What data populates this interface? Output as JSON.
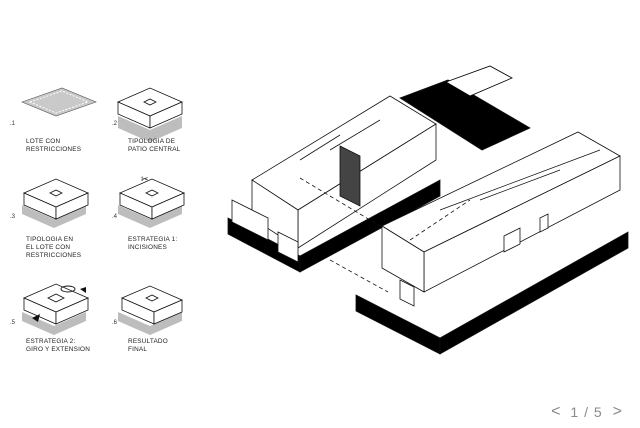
{
  "steps": [
    {
      "num": ".1",
      "caption": "LOTE CON\nRESTRICCIONES"
    },
    {
      "num": ".2",
      "caption": "TIPOLOGIA DE\nPATIO CENTRAL"
    },
    {
      "num": ".3",
      "caption": "TIPOLOGIA EN\nEL LOTE CON\nRESTRICCIONES"
    },
    {
      "num": ".4",
      "caption": "ESTRATEGIA 1:\nINCISIONES"
    },
    {
      "num": ".5",
      "caption": "ESTRATEGIA 2:\nGIRO Y EXTENSION"
    },
    {
      "num": ".6",
      "caption": "RESULTADO\nFINAL"
    }
  ],
  "pager": {
    "prev_icon": "chevron-left-icon",
    "next_icon": "chevron-right-icon",
    "prev": "<",
    "next": ">",
    "count": "1 / 5"
  },
  "colors": {
    "line": "#111111",
    "shadow": "#bdbdbd",
    "solid": "#000000",
    "pager": "#8a8a8a"
  }
}
